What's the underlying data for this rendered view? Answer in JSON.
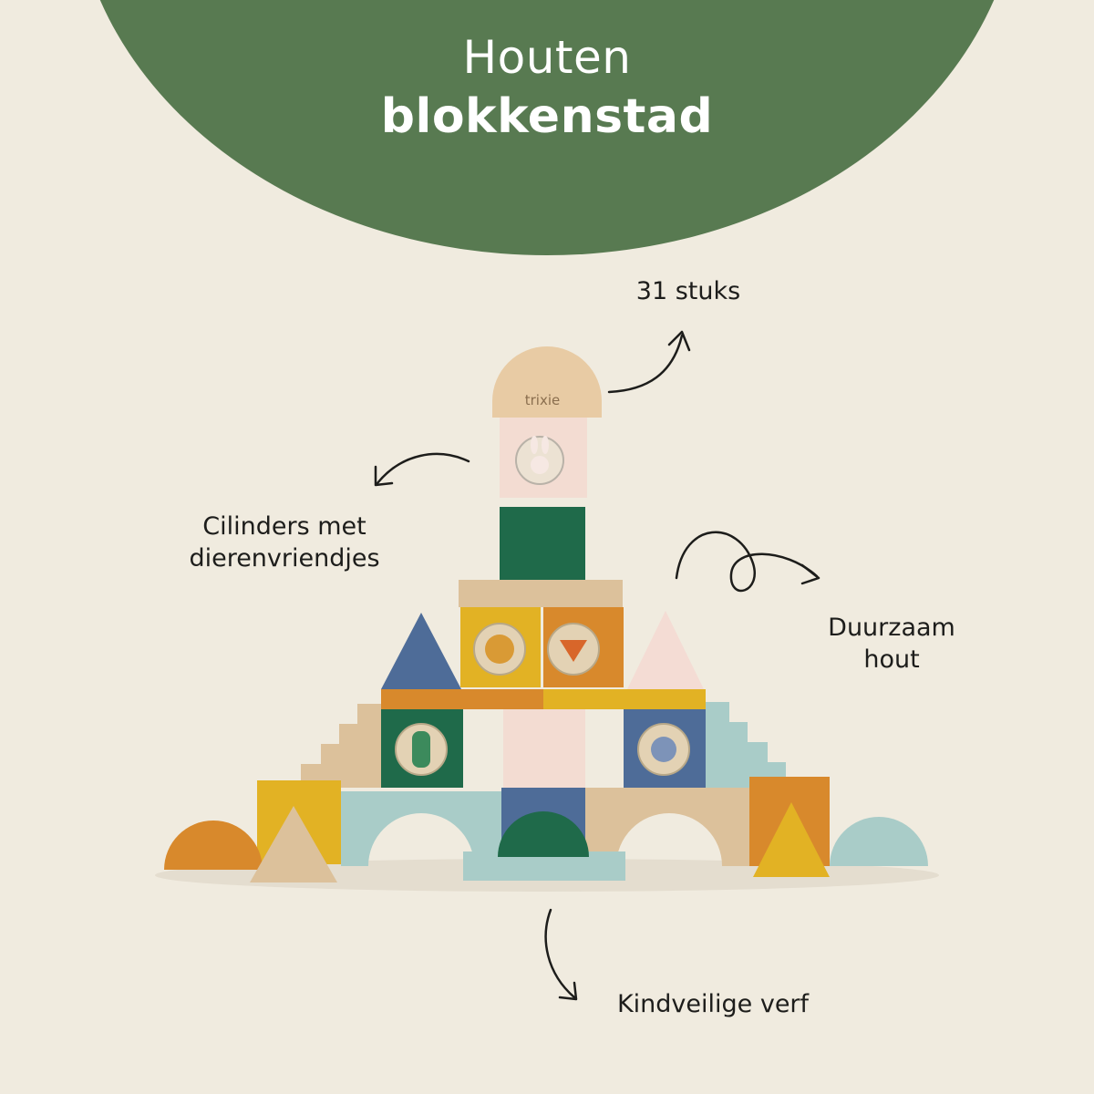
{
  "header": {
    "title_line1": "Houten",
    "title_line2": "blokkenstad",
    "color": "#587a51"
  },
  "callouts": {
    "pieces": "31 stuks",
    "cylinders_line1": "Cilinders met",
    "cylinders_line2": "dierenvriendjes",
    "wood_line1": "Duurzaam",
    "wood_line2": "hout",
    "paint": "Kindveilige verf"
  },
  "product": {
    "brand_mark": "trixie"
  },
  "colors": {
    "background": "#f0ebdf",
    "green": "#1f6a4a",
    "yellow": "#e2b224",
    "orange": "#d8892c",
    "blue": "#4e6c98",
    "mint": "#a9ccc8",
    "blush": "#f3dcd2",
    "natural_wood": "#d9b88f"
  }
}
